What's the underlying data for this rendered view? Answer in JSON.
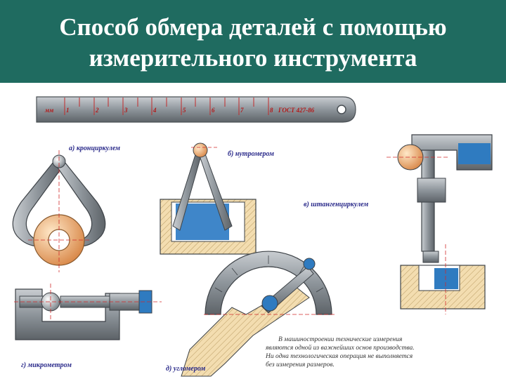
{
  "slide": {
    "title_line1": "Способ обмера деталей с помощью",
    "title_line2": "измерительного инструмента"
  },
  "colors": {
    "title_bg": "#1f6b60",
    "title_text": "#ffffff",
    "metal": "#8e959b",
    "blue": "#2f7bc0",
    "part": "#f3ddb0",
    "ring": "#e8b07a",
    "red_line": "#d12b2b"
  },
  "ruler": {
    "start_label": "мм",
    "marks": [
      "1",
      "2",
      "3",
      "4",
      "5",
      "6",
      "7",
      "8"
    ],
    "end_label": "ГОСТ 427-86"
  },
  "labels": {
    "a": "а) кронциркулем",
    "b": "б) нутромером",
    "v": "в) штангенциркулем",
    "g": "г) микрометром",
    "d": "д) угломером"
  },
  "note": {
    "line1": "В машиностроении технические измерения",
    "line2": "являются одной из важнейших основ производства.",
    "line3": "Ни одна технологическая операция не выполняется",
    "line4": "без измерения размеров."
  }
}
